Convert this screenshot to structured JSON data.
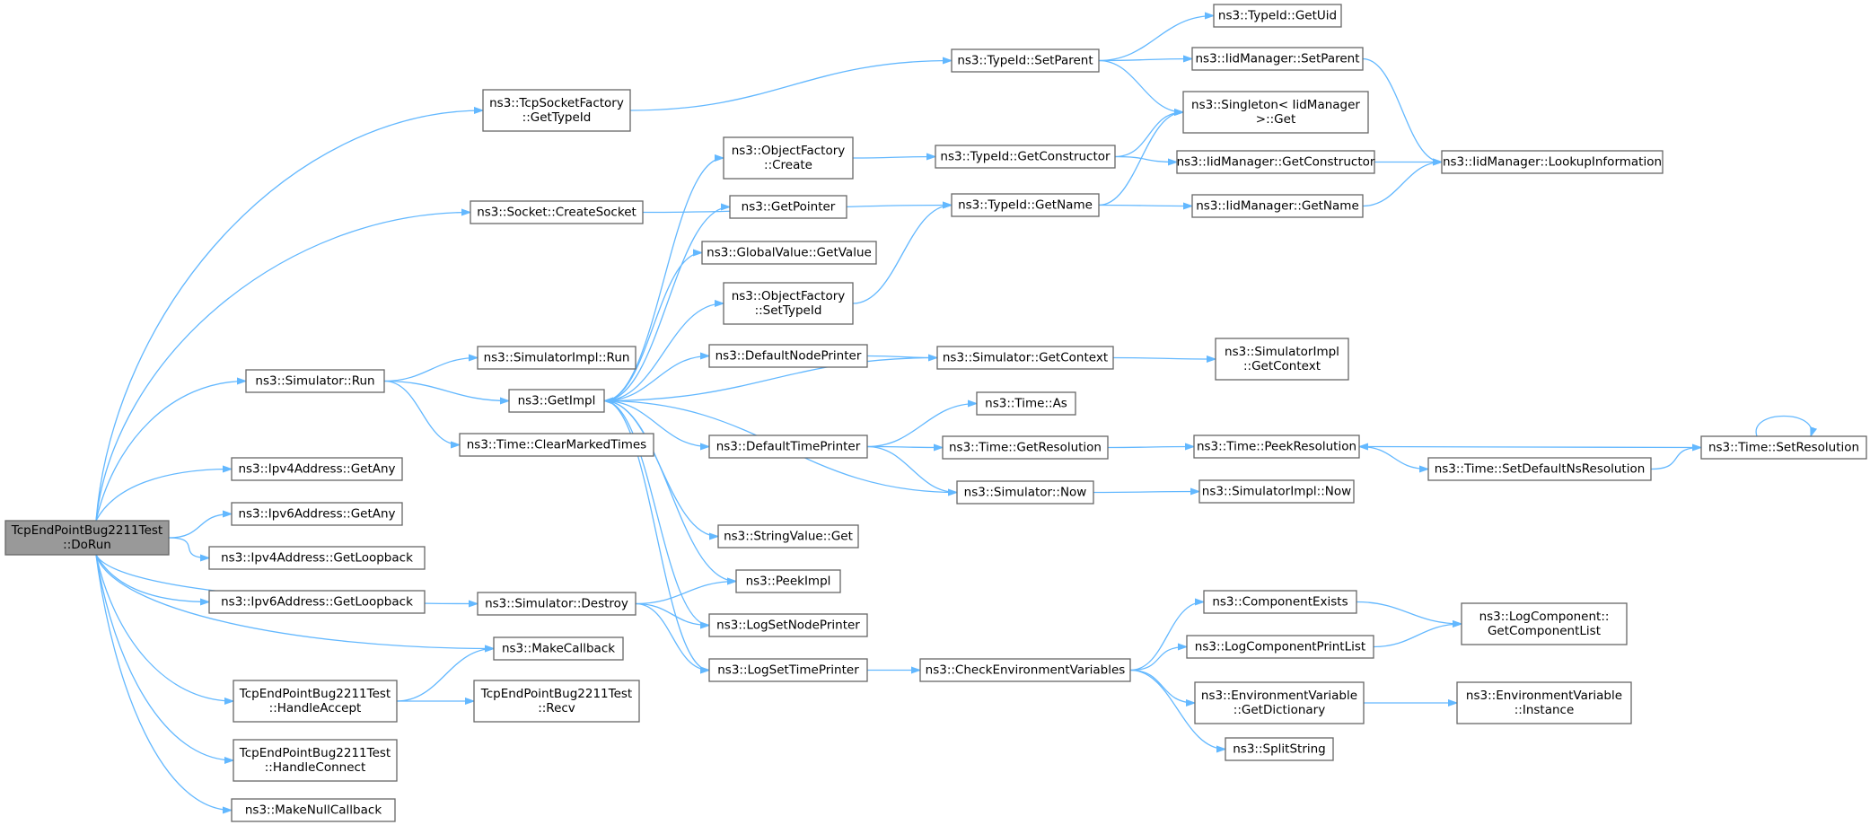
{
  "diagram": {
    "edge_color": "#63b8ff",
    "node_border_color": "#666666",
    "root_fill_color": "#999999",
    "nodes": [
      {
        "id": "root",
        "lines": [
          "TcpEndPointBug2211Test",
          "::DoRun"
        ],
        "root": true
      },
      {
        "id": "tcpFactory",
        "lines": [
          "ns3::TcpSocketFactory",
          "::GetTypeId"
        ]
      },
      {
        "id": "createSocket",
        "lines": [
          "ns3::Socket::CreateSocket"
        ]
      },
      {
        "id": "simRun",
        "lines": [
          "ns3::Simulator::Run"
        ]
      },
      {
        "id": "ipv4Any",
        "lines": [
          "ns3::Ipv4Address::GetAny"
        ]
      },
      {
        "id": "ipv6Any",
        "lines": [
          "ns3::Ipv6Address::GetAny"
        ]
      },
      {
        "id": "ipv4Loop",
        "lines": [
          "ns3::Ipv4Address::GetLoopback"
        ]
      },
      {
        "id": "ipv6Loop",
        "lines": [
          "ns3::Ipv6Address::GetLoopback"
        ]
      },
      {
        "id": "simDestroy",
        "lines": [
          "ns3::Simulator::Destroy"
        ]
      },
      {
        "id": "makeCallback",
        "lines": [
          "ns3::MakeCallback"
        ]
      },
      {
        "id": "handleAccept",
        "lines": [
          "TcpEndPointBug2211Test",
          "::HandleAccept"
        ]
      },
      {
        "id": "handleConnect",
        "lines": [
          "TcpEndPointBug2211Test",
          "::HandleConnect"
        ]
      },
      {
        "id": "makeNull",
        "lines": [
          "ns3::MakeNullCallback"
        ]
      },
      {
        "id": "simImplRun",
        "lines": [
          "ns3::SimulatorImpl::Run"
        ]
      },
      {
        "id": "getImpl",
        "lines": [
          "ns3::GetImpl"
        ]
      },
      {
        "id": "clearMarked",
        "lines": [
          "ns3::Time::ClearMarkedTimes"
        ]
      },
      {
        "id": "recv",
        "lines": [
          "TcpEndPointBug2211Test",
          "::Recv"
        ]
      },
      {
        "id": "ofCreate",
        "lines": [
          "ns3::ObjectFactory",
          "::Create"
        ]
      },
      {
        "id": "getPointer",
        "lines": [
          "ns3::GetPointer"
        ]
      },
      {
        "id": "gvGetValue",
        "lines": [
          "ns3::GlobalValue::GetValue"
        ]
      },
      {
        "id": "ofSetTypeId",
        "lines": [
          "ns3::ObjectFactory",
          "::SetTypeId"
        ]
      },
      {
        "id": "defNodePrinter",
        "lines": [
          "ns3::DefaultNodePrinter"
        ]
      },
      {
        "id": "defTimePrinter",
        "lines": [
          "ns3::DefaultTimePrinter"
        ]
      },
      {
        "id": "svGet",
        "lines": [
          "ns3::StringValue::Get"
        ]
      },
      {
        "id": "peekImpl",
        "lines": [
          "ns3::PeekImpl"
        ]
      },
      {
        "id": "logNodePrinter",
        "lines": [
          "ns3::LogSetNodePrinter"
        ]
      },
      {
        "id": "logTimePrinter",
        "lines": [
          "ns3::LogSetTimePrinter"
        ]
      },
      {
        "id": "tidSetParent",
        "lines": [
          "ns3::TypeId::SetParent"
        ]
      },
      {
        "id": "tidGetCtor",
        "lines": [
          "ns3::TypeId::GetConstructor"
        ]
      },
      {
        "id": "tidGetName",
        "lines": [
          "ns3::TypeId::GetName"
        ]
      },
      {
        "id": "simGetContext",
        "lines": [
          "ns3::Simulator::GetContext"
        ]
      },
      {
        "id": "timeAs",
        "lines": [
          "ns3::Time::As"
        ]
      },
      {
        "id": "timeGetRes",
        "lines": [
          "ns3::Time::GetResolution"
        ]
      },
      {
        "id": "simNow",
        "lines": [
          "ns3::Simulator::Now"
        ]
      },
      {
        "id": "checkEnv",
        "lines": [
          "ns3::CheckEnvironmentVariables"
        ]
      },
      {
        "id": "tidGetUid",
        "lines": [
          "ns3::TypeId::GetUid"
        ]
      },
      {
        "id": "iidSetParent",
        "lines": [
          "ns3::IidManager::SetParent"
        ]
      },
      {
        "id": "singleton",
        "lines": [
          "ns3::Singleton< IidManager",
          ">::Get"
        ]
      },
      {
        "id": "iidGetCtor",
        "lines": [
          "ns3::IidManager::GetConstructor"
        ]
      },
      {
        "id": "iidGetName",
        "lines": [
          "ns3::IidManager::GetName"
        ]
      },
      {
        "id": "simImplGetContext",
        "lines": [
          "ns3::SimulatorImpl",
          "::GetContext"
        ]
      },
      {
        "id": "peekRes",
        "lines": [
          "ns3::Time::PeekResolution"
        ]
      },
      {
        "id": "simImplNow",
        "lines": [
          "ns3::SimulatorImpl::Now"
        ]
      },
      {
        "id": "compExists",
        "lines": [
          "ns3::ComponentExists"
        ]
      },
      {
        "id": "logCompPrint",
        "lines": [
          "ns3::LogComponentPrintList"
        ]
      },
      {
        "id": "envGetDict",
        "lines": [
          "ns3::EnvironmentVariable",
          "::GetDictionary"
        ]
      },
      {
        "id": "splitString",
        "lines": [
          "ns3::SplitString"
        ]
      },
      {
        "id": "iidLookup",
        "lines": [
          "ns3::IidManager::LookupInformation"
        ]
      },
      {
        "id": "setDefaultNs",
        "lines": [
          "ns3::Time::SetDefaultNsResolution"
        ]
      },
      {
        "id": "setRes",
        "lines": [
          "ns3::Time::SetResolution"
        ]
      },
      {
        "id": "getCompList",
        "lines": [
          "ns3::LogComponent::",
          "GetComponentList"
        ]
      },
      {
        "id": "envInstance",
        "lines": [
          "ns3::EnvironmentVariable",
          "::Instance"
        ]
      }
    ],
    "edges": [
      [
        "root",
        "tcpFactory"
      ],
      [
        "root",
        "createSocket"
      ],
      [
        "root",
        "simRun"
      ],
      [
        "root",
        "ipv4Any"
      ],
      [
        "root",
        "ipv6Any"
      ],
      [
        "root",
        "ipv4Loop"
      ],
      [
        "root",
        "ipv6Loop"
      ],
      [
        "root",
        "simDestroy"
      ],
      [
        "root",
        "makeCallback"
      ],
      [
        "root",
        "handleAccept"
      ],
      [
        "root",
        "handleConnect"
      ],
      [
        "root",
        "makeNull"
      ],
      [
        "tcpFactory",
        "tidSetParent"
      ],
      [
        "createSocket",
        "tidGetName"
      ],
      [
        "simRun",
        "simImplRun"
      ],
      [
        "simRun",
        "getImpl"
      ],
      [
        "simRun",
        "clearMarked"
      ],
      [
        "simDestroy",
        "peekImpl"
      ],
      [
        "simDestroy",
        "logNodePrinter"
      ],
      [
        "simDestroy",
        "logTimePrinter"
      ],
      [
        "handleAccept",
        "makeCallback"
      ],
      [
        "handleAccept",
        "recv"
      ],
      [
        "getImpl",
        "ofCreate"
      ],
      [
        "getImpl",
        "getPointer"
      ],
      [
        "getImpl",
        "gvGetValue"
      ],
      [
        "getImpl",
        "ofSetTypeId"
      ],
      [
        "getImpl",
        "defNodePrinter"
      ],
      [
        "getImpl",
        "defTimePrinter"
      ],
      [
        "getImpl",
        "svGet"
      ],
      [
        "getImpl",
        "peekImpl"
      ],
      [
        "getImpl",
        "logNodePrinter"
      ],
      [
        "getImpl",
        "logTimePrinter"
      ],
      [
        "ofCreate",
        "tidGetCtor"
      ],
      [
        "ofSetTypeId",
        "tidGetName"
      ],
      [
        "defNodePrinter",
        "simGetContext"
      ],
      [
        "defTimePrinter",
        "timeAs"
      ],
      [
        "defTimePrinter",
        "timeGetRes"
      ],
      [
        "defTimePrinter",
        "simNow"
      ],
      [
        "logTimePrinter",
        "checkEnv"
      ],
      [
        "tidSetParent",
        "tidGetUid"
      ],
      [
        "tidSetParent",
        "iidSetParent"
      ],
      [
        "tidSetParent",
        "singleton"
      ],
      [
        "tidGetCtor",
        "singleton"
      ],
      [
        "tidGetCtor",
        "iidGetCtor"
      ],
      [
        "tidGetName",
        "singleton"
      ],
      [
        "tidGetName",
        "iidGetName"
      ],
      [
        "simGetContext",
        "getImpl"
      ],
      [
        "simGetContext",
        "simImplGetContext"
      ],
      [
        "timeGetRes",
        "peekRes"
      ],
      [
        "simNow",
        "getImpl"
      ],
      [
        "simNow",
        "simImplNow"
      ],
      [
        "checkEnv",
        "compExists"
      ],
      [
        "checkEnv",
        "logCompPrint"
      ],
      [
        "checkEnv",
        "envGetDict"
      ],
      [
        "checkEnv",
        "splitString"
      ],
      [
        "iidSetParent",
        "iidLookup"
      ],
      [
        "iidGetCtor",
        "iidLookup"
      ],
      [
        "iidGetName",
        "iidLookup"
      ],
      [
        "peekRes",
        "setDefaultNs"
      ],
      [
        "setDefaultNs",
        "setRes"
      ],
      [
        "setRes",
        "peekRes"
      ],
      [
        "setRes",
        "setRes"
      ],
      [
        "compExists",
        "getCompList"
      ],
      [
        "logCompPrint",
        "getCompList"
      ],
      [
        "envGetDict",
        "envInstance"
      ]
    ]
  }
}
